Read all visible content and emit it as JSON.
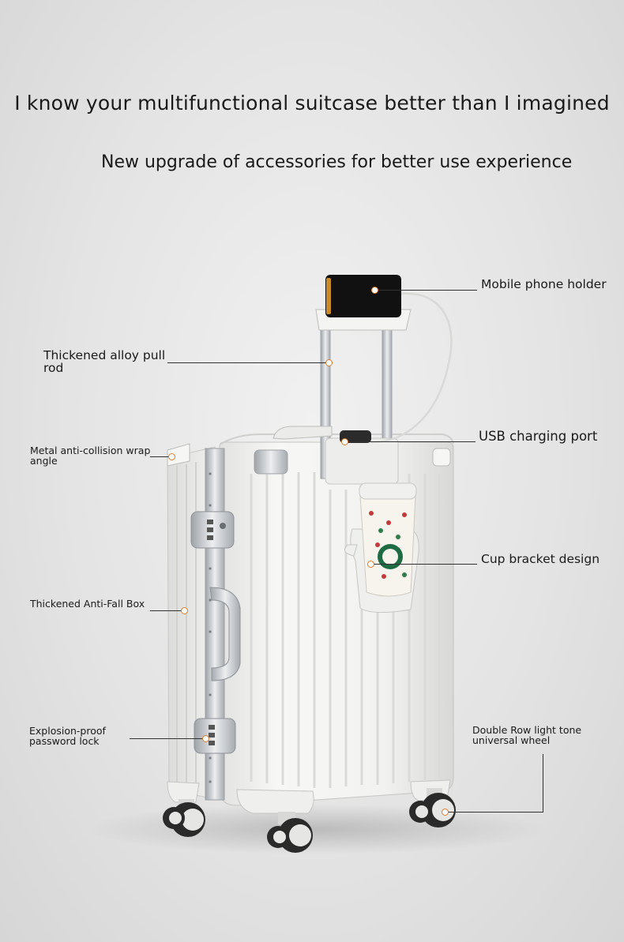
{
  "headline": "I know your multifunctional suitcase better than I imagined",
  "subheadline": "New upgrade of accessories for better use experience",
  "callouts": {
    "phone_holder": "Mobile phone holder",
    "pull_rod_line1": "Thickened alloy pull",
    "pull_rod_line2": "rod",
    "usb_port": "USB charging port",
    "wrap_angle_line1": "Metal anti-collision wrap",
    "wrap_angle_line2": "angle",
    "cup_bracket": "Cup bracket design",
    "anti_fall": "Thickened Anti-Fall Box",
    "lock_line1": "Explosion-proof",
    "lock_line2": "password lock",
    "wheel_line1": "Double Row light tone",
    "wheel_line2": "universal wheel"
  },
  "colors": {
    "shell": "#f4f4f2",
    "frame": "#c9ccd0",
    "accent_dot": "#e07a2a",
    "phone": "#111111"
  }
}
